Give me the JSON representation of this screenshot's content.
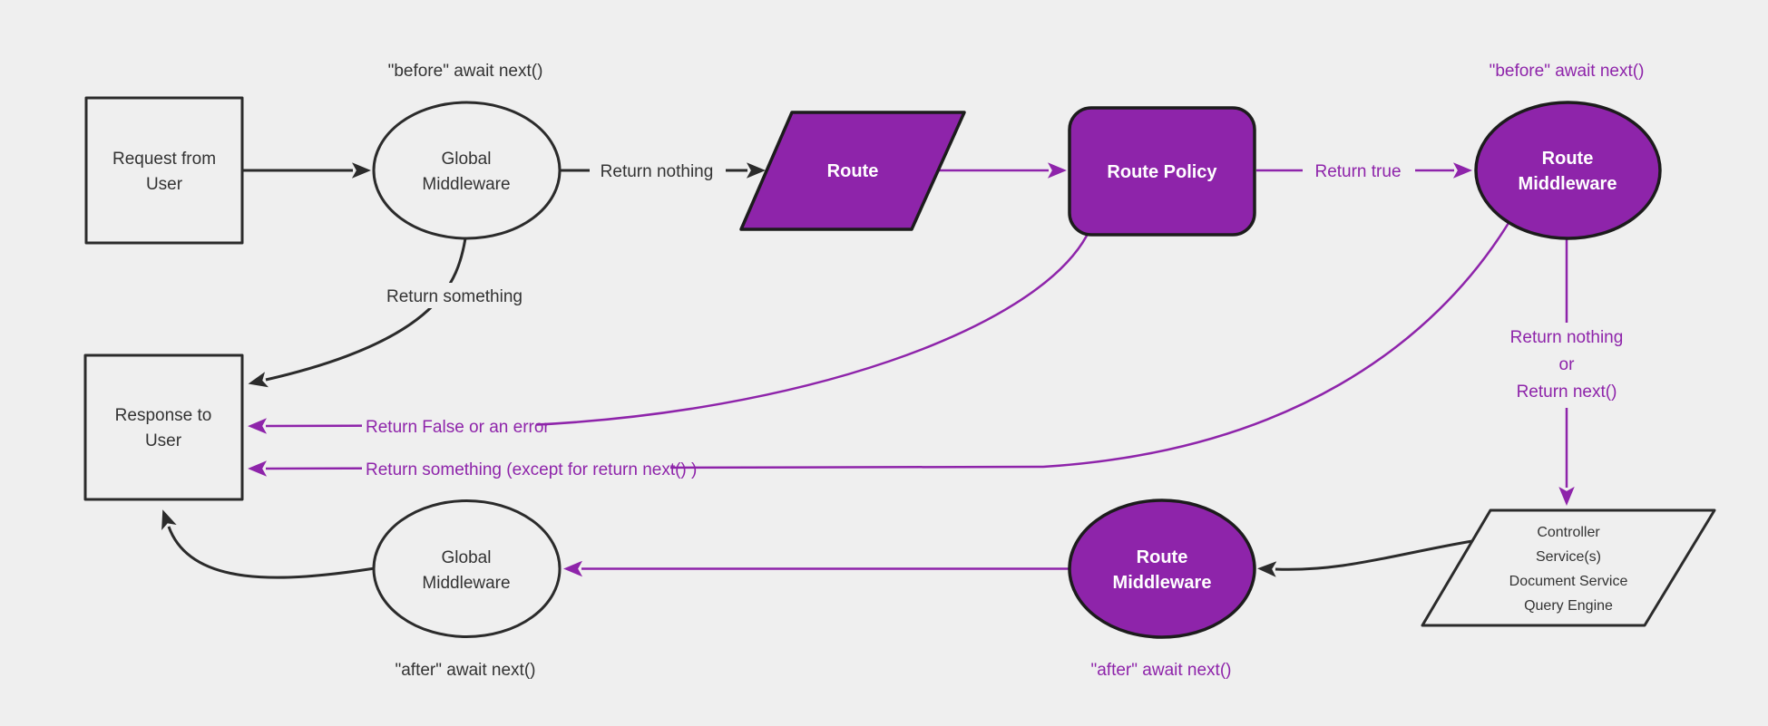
{
  "canvas": {
    "bg": "#efefef",
    "purple": "#8e24aa",
    "dark": "#2b2b2b",
    "text": "#333333"
  },
  "nodes": {
    "request": {
      "line1": "Request from",
      "line2": "User"
    },
    "global_middleware_top": {
      "line1": "Global",
      "line2": "Middleware"
    },
    "route": {
      "label": "Route"
    },
    "route_policy": {
      "label": "Route Policy"
    },
    "route_middleware_top": {
      "line1": "Route",
      "line2": "Middleware"
    },
    "response": {
      "line1": "Response to",
      "line2": "User"
    },
    "services": {
      "line1": "Controller",
      "line2": "Service(s)",
      "line3": "Document Service",
      "line4": "Query Engine"
    },
    "route_middleware_bottom": {
      "line1": "Route",
      "line2": "Middleware"
    },
    "global_middleware_bottom": {
      "line1": "Global",
      "line2": "Middleware"
    }
  },
  "edge_labels": {
    "before_await_next_top": "\"before\" await next()",
    "return_nothing": "Return nothing",
    "return_something": "Return something",
    "return_true": "Return true",
    "before_await_next_right": "\"before\" await next()",
    "return_false_or_error": "Return False or an error",
    "return_something_except": "Return something (except for return next() )",
    "return_nothing_or_line1": "Return nothing",
    "return_nothing_or_line2": "or",
    "return_nothing_or_line3": "Return next()",
    "after_await_next_middle": "\"after\" await next()",
    "after_await_next_left": "\"after\" await next()"
  }
}
